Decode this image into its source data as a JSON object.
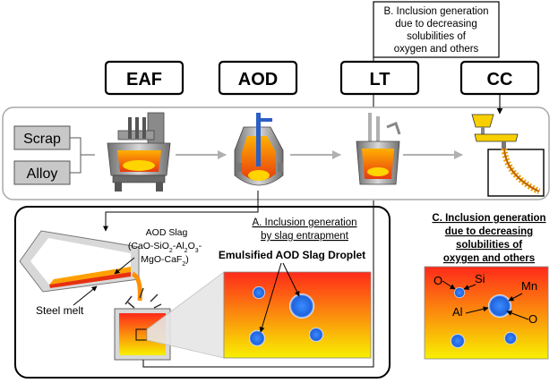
{
  "process_steps": [
    {
      "label": "EAF"
    },
    {
      "label": "AOD"
    },
    {
      "label": "LT"
    },
    {
      "label": "CC"
    }
  ],
  "inputs": [
    {
      "label": "Scrap"
    },
    {
      "label": "Alloy"
    }
  ],
  "callout_b": {
    "lines": [
      "B. Inclusion generation",
      "due to decreasing",
      "solubilities of",
      "oxygen and others"
    ]
  },
  "callout_a": {
    "lines": [
      "A. Inclusion generation",
      "by slag entrapment"
    ]
  },
  "callout_c": {
    "lines": [
      "C. Inclusion generation",
      "due to decreasing",
      "solubilities of",
      "oxygen and others"
    ]
  },
  "slag": {
    "title": "AOD Slag",
    "composition_line1": "(CaO-SiO",
    "composition_line1_sub": "2",
    "composition_line1_tail": "-Al",
    "composition_line1_sub2": "2",
    "composition_line1_o": "O",
    "composition_line1_sub3": "3",
    "composition_line1_end": "-",
    "composition_line2": "MgO-CaF",
    "composition_line2_sub": "2",
    "composition_line2_end": ")"
  },
  "steel_melt_label": "Steel melt",
  "droplet_label": "Emulsified AOD Slag Droplet",
  "inclusion_labels": {
    "o_left": "O",
    "si": "Si",
    "al": "Al",
    "mn": "Mn",
    "o_right": "O"
  },
  "colors": {
    "gradient_top": "#ff2a1a",
    "gradient_bottom": "#f8f000",
    "droplet": "#1e6ae6",
    "input_box": "#c8c8c8",
    "arrow_gray": "#b0b0b0"
  }
}
